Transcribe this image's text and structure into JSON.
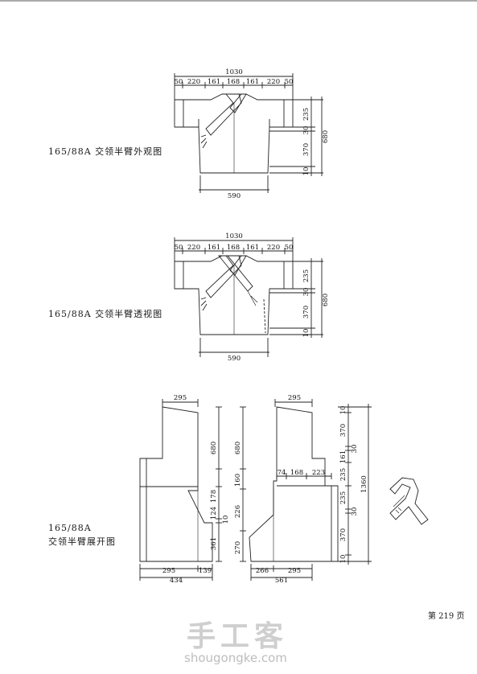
{
  "diagrams": [
    {
      "caption": "165/88A 交领半臂外观图",
      "top_total": "1030",
      "top_segments": [
        "50",
        "220",
        "161",
        "168",
        "161",
        "220",
        "50"
      ],
      "bottom": "590",
      "right_segments": [
        "235",
        "30",
        "370",
        "10"
      ],
      "right_total": "680"
    },
    {
      "caption": "165/88A 交领半臂透视图",
      "top_total": "1030",
      "top_segments": [
        "50",
        "220",
        "161",
        "168",
        "161",
        "220",
        "50"
      ],
      "bottom": "590",
      "right_segments": [
        "235",
        "30",
        "370",
        "10"
      ],
      "right_total": "680"
    }
  ],
  "pattern": {
    "caption_line1": "165/88A",
    "caption_line2": "交领半臂展开图",
    "left_piece": {
      "top": "295",
      "vertical": [
        "680",
        "178",
        "124",
        "10",
        "361"
      ],
      "bottom_parts": [
        "295",
        "139"
      ],
      "bottom_total": "434"
    },
    "right_piece": {
      "top": "295",
      "vertical": [
        "680",
        "160",
        "226",
        "270"
      ],
      "collar": [
        "74",
        "168",
        "223"
      ],
      "bottom_parts": [
        "266",
        "295"
      ],
      "bottom_total": "561"
    },
    "right_dims": {
      "segments": [
        "10",
        "370",
        "30",
        "161",
        "235",
        "235",
        "30",
        "370",
        "10"
      ],
      "total": "1360"
    }
  },
  "page_number": "第 219 页",
  "watermark": {
    "logo": "手工客",
    "url": "shougongke.com"
  }
}
